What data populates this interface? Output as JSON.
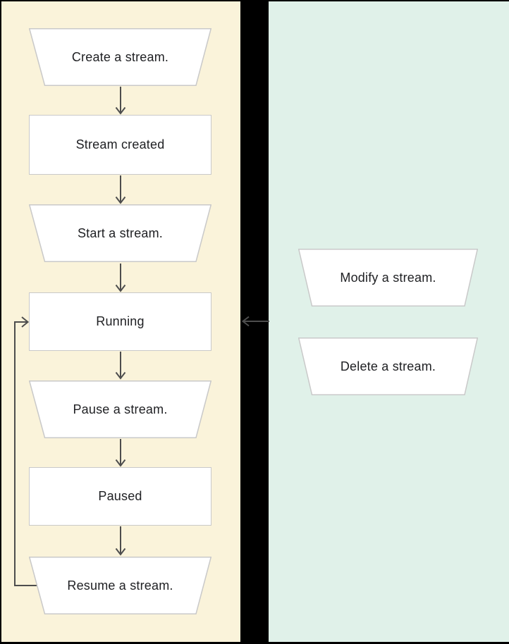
{
  "colors": {
    "left_panel_color": "#faf3da",
    "right_panel_color": "#e0f1e9",
    "node_fill": "#ffffff",
    "node_border": "#c9c9c9",
    "arrow_color": "#4d4d4d",
    "text_color": "#202124",
    "gap_color": "#000000"
  },
  "flow": {
    "left_nodes": [
      {
        "label": "Create a stream.",
        "shape": "trapezoid",
        "kind": "action"
      },
      {
        "label": "Stream created",
        "shape": "rect",
        "kind": "state"
      },
      {
        "label": "Start a stream.",
        "shape": "trapezoid",
        "kind": "action"
      },
      {
        "label": "Running",
        "shape": "rect",
        "kind": "state"
      },
      {
        "label": "Pause a stream.",
        "shape": "trapezoid",
        "kind": "action"
      },
      {
        "label": "Paused",
        "shape": "rect",
        "kind": "state"
      },
      {
        "label": "Resume a stream.",
        "shape": "trapezoid",
        "kind": "action"
      }
    ],
    "right_nodes": [
      {
        "label": "Modify a stream.",
        "shape": "trapezoid",
        "kind": "action"
      },
      {
        "label": "Delete a stream.",
        "shape": "trapezoid",
        "kind": "action"
      }
    ],
    "edges": [
      "create-to-created",
      "created-to-start",
      "start-to-running",
      "running-to-pause",
      "pause-to-paused",
      "paused-to-resume",
      "resume-loop-to-running",
      "right-panel-to-running"
    ]
  }
}
